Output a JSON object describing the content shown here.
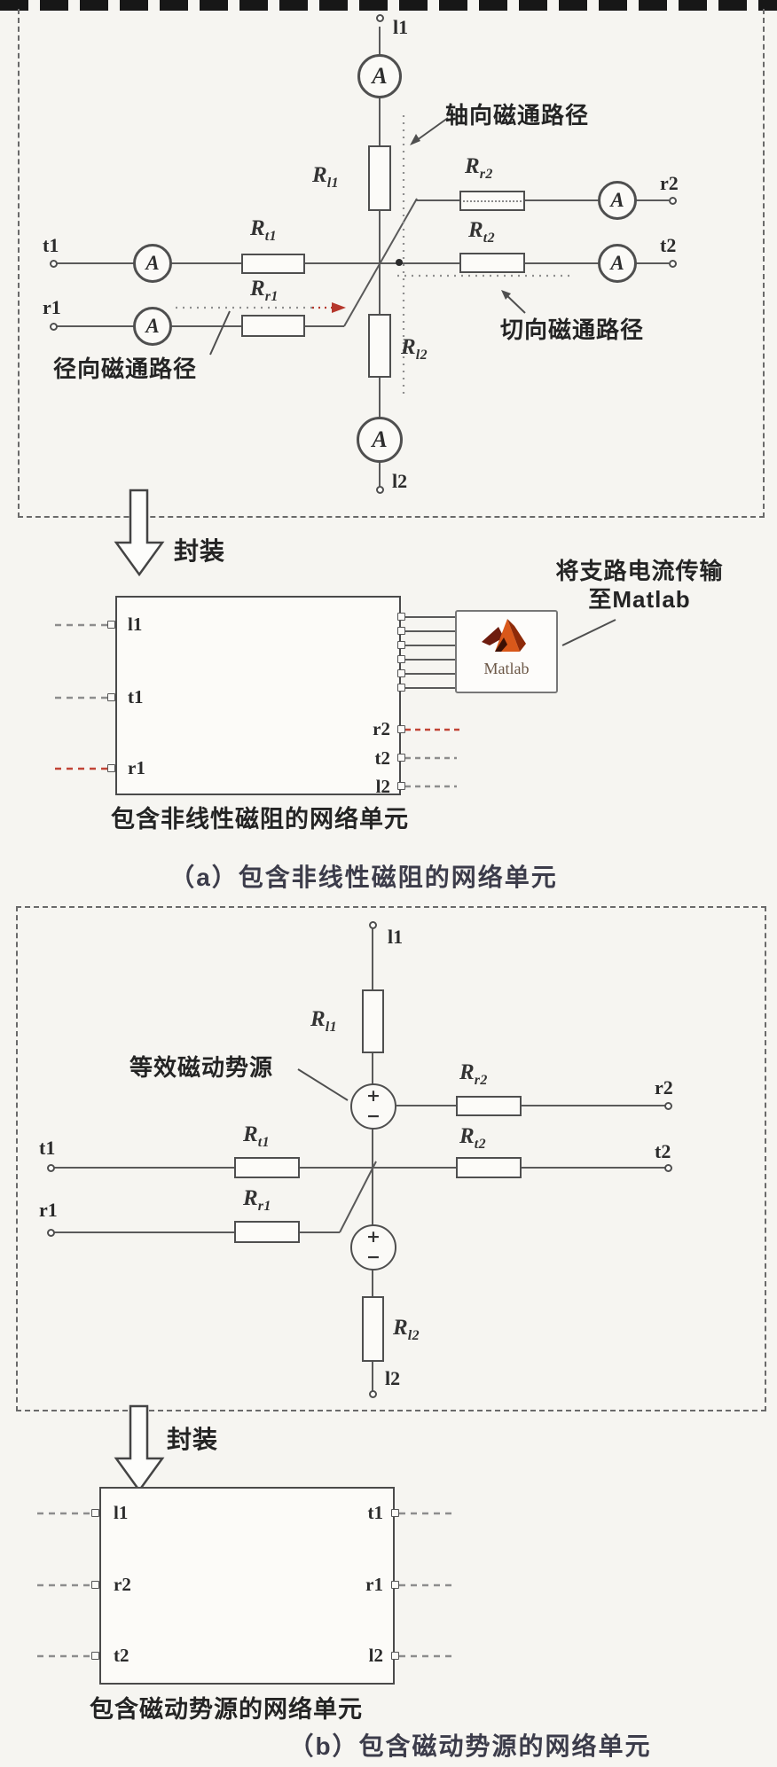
{
  "common": {
    "ammeter": "A",
    "plus": "+",
    "minus": "−",
    "encapsulate": "封装"
  },
  "fig_a": {
    "terminals": {
      "l1": "l1",
      "t1": "t1",
      "r1": "r1",
      "r2": "r2",
      "t2": "t2",
      "l2": "l2"
    },
    "resistors": {
      "l1": {
        "base": "R",
        "sub": "l1"
      },
      "t1": {
        "base": "R",
        "sub": "t1"
      },
      "r1": {
        "base": "R",
        "sub": "r1"
      },
      "r2": {
        "base": "R",
        "sub": "r2"
      },
      "t2": {
        "base": "R",
        "sub": "t2"
      },
      "l2": {
        "base": "R",
        "sub": "l2"
      }
    },
    "flux_labels": {
      "axial": "轴向磁通路径",
      "tangential": "切向磁通路径",
      "radial": "径向磁通路径"
    },
    "block": {
      "ports_left": [
        "l1",
        "t1",
        "r1"
      ],
      "ports_right": [
        "r2",
        "t2",
        "l2"
      ],
      "label": "包含非线性磁阻的网络单元"
    },
    "matlab": {
      "name": "Matlab",
      "note_line1": "将支路电流传输",
      "note_line2": "至Matlab"
    },
    "caption": "（a）包含非线性磁阻的网络单元"
  },
  "fig_b": {
    "terminals": {
      "l1": "l1",
      "t1": "t1",
      "r1": "r1",
      "r2": "r2",
      "t2": "t2",
      "l2": "l2"
    },
    "resistors": {
      "l1": {
        "base": "R",
        "sub": "l1"
      },
      "t1": {
        "base": "R",
        "sub": "t1"
      },
      "r1": {
        "base": "R",
        "sub": "r1"
      },
      "r2": {
        "base": "R",
        "sub": "r2"
      },
      "t2": {
        "base": "R",
        "sub": "t2"
      },
      "l2": {
        "base": "R",
        "sub": "l2"
      }
    },
    "source_label": "等效磁动势源",
    "block": {
      "ports_left": [
        "l1",
        "r2",
        "t2"
      ],
      "ports_right": [
        "t1",
        "r1",
        "l2"
      ],
      "label": "包含磁动势源的网络单元"
    },
    "caption": "（b）包含磁动势源的网络单元"
  }
}
